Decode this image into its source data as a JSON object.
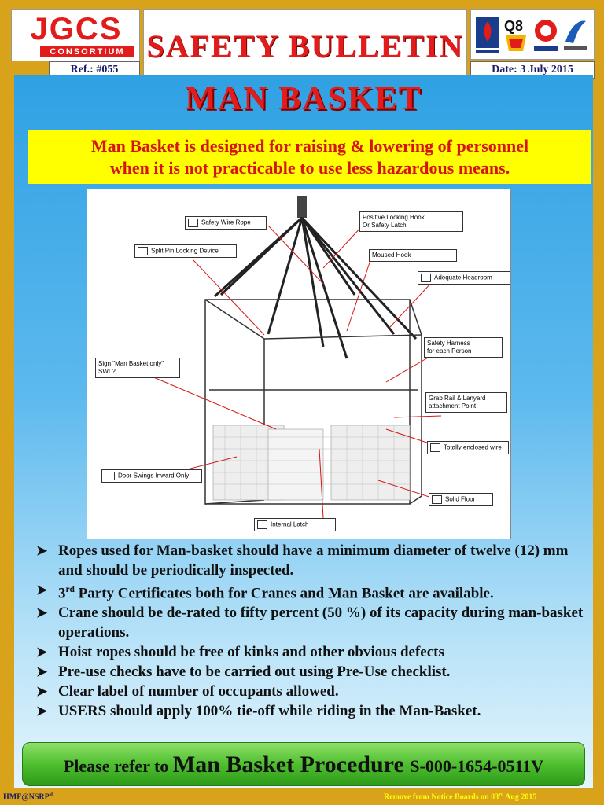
{
  "header": {
    "logo": "JGCS",
    "logo_sub": "CONSORTIUM",
    "ref": "Ref.: #055",
    "title": "SAFETY BULLETIN",
    "date": "Date: 3 July 2015",
    "partner_logos": [
      "PetroVietnam",
      "Q8",
      "IDEMITSU",
      "Mitsui Chemicals"
    ]
  },
  "subtitle": "MAN BASKET",
  "intro_lines": [
    "Man Basket is designed for raising & lowering of personnel",
    "when it is not practicable to use less hazardous means."
  ],
  "diagram": {
    "labels": {
      "safety_wire_rope": "Safety Wire Rope",
      "positive_locking_hook_1": "Positive Locking Hook",
      "positive_locking_hook_2": "Or Safety Latch",
      "split_pin": "Split Pin Locking Device",
      "moused_hook": "Moused Hook",
      "headroom": "Adequate Headroom",
      "harness_1": "Safety Harness",
      "harness_2": "for each Person",
      "sign_1": "Sign \"Man Basket only\"",
      "sign_2": "SWL?",
      "grab_rail_1": "Grab Rail & Lanyard",
      "grab_rail_2": "attachment Point",
      "enclosed_wire": "Totally enclosed wire",
      "door": "Door Swings Inward Only",
      "solid_floor": "Solid Floor",
      "internal_latch": "Internal Latch"
    }
  },
  "bullets": [
    {
      "text": "Ropes used for Man-basket should have a minimum diameter of twelve (12) mm and should be periodically inspected."
    },
    {
      "pre": "3",
      "sup": "rd",
      "text": " Party Certificates both for Cranes and Man Basket are available."
    },
    {
      "text": "Crane should be de-rated to fifty percent (50 %) of its capacity during man-basket operations."
    },
    {
      "text": "Hoist ropes should be free of kinks and other obvious defects"
    },
    {
      "text": "Pre-use checks have to be carried out using Pre-Use checklist."
    },
    {
      "text": "Clear label of number of occupants allowed."
    },
    {
      "text": "USERS should apply 100% tie-off while riding in the Man-Basket."
    }
  ],
  "footer": {
    "prefix": "Please refer to ",
    "main": "Man Basket Procedure ",
    "code": "S-000-1654-0511V",
    "bottom_left": "HMF@NSRP",
    "bottom_left_sup": "sf",
    "bottom_right_pre": "Remove from Notice Boards on 03",
    "bottom_right_sup": "rd",
    "bottom_right_post": "  Aug 2015"
  },
  "colors": {
    "red": "#e21b1b",
    "gold_border": "#d9a21b",
    "blue_panel": "#2fa1e3",
    "yellow": "#ffff00",
    "green_button": "#4fbf2f"
  }
}
